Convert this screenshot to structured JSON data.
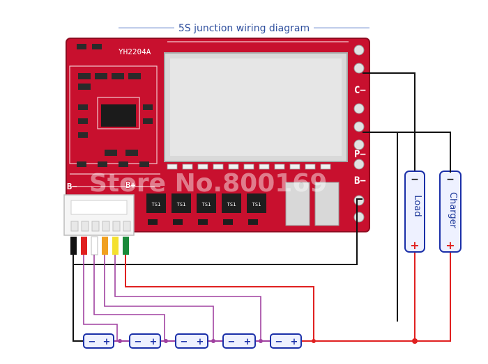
{
  "title": "5S junction wiring diagram",
  "board": {
    "model": "YH2204A",
    "pads": {
      "c_minus": "C−",
      "p_minus": "P−",
      "b_minus_right": "B−",
      "b_minus_left": "B−",
      "b_plus": "B+"
    },
    "chip_text": "TS1"
  },
  "loads": [
    {
      "name": "Load",
      "minus": "−",
      "plus": "+"
    },
    {
      "name": "Charger",
      "minus": "−",
      "plus": "+"
    }
  ],
  "cells": [
    {
      "minus": "−",
      "plus": "+"
    },
    {
      "minus": "−",
      "plus": "+"
    },
    {
      "minus": "−",
      "plus": "+"
    },
    {
      "minus": "−",
      "plus": "+"
    },
    {
      "minus": "−",
      "plus": "+"
    }
  ],
  "watermark": "Store No.800169",
  "colors": {
    "pcb": "#c8102e",
    "heatsink": "#d8d8d8",
    "title": "#2f4f9e",
    "wire_black": "#111111",
    "wire_red": "#e02020",
    "wire_purple": "#a040a0",
    "battery_border": "#1a2fa8",
    "battery_fill": "#eef1ff"
  }
}
